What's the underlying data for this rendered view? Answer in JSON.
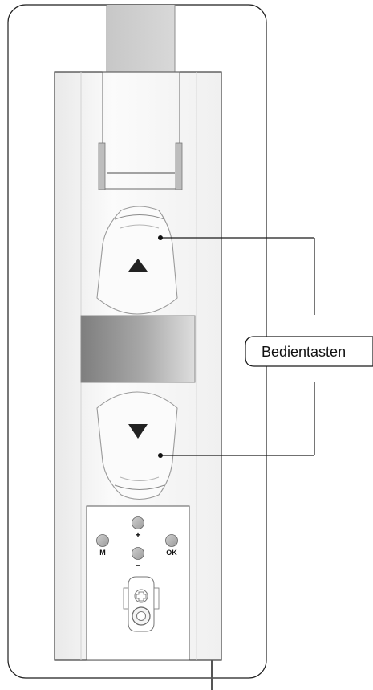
{
  "diagram": {
    "callout_label": "Bedientasten",
    "button_labels": {
      "mode": "M",
      "plus": "+",
      "minus": "−",
      "confirm": "OK"
    },
    "arrows": {
      "up": "▲",
      "down": "▼"
    },
    "icons": {
      "belt": "strap-icon",
      "up_button": "up-arrow-button-icon",
      "down_button": "down-arrow-button-icon",
      "display": "display-panel",
      "mounting": "mounting-bracket-icon"
    },
    "colors": {
      "outline": "#1a1a1a",
      "housing": "#f4f4f4",
      "belt": "#c8c8c8",
      "belt_dark": "#2a2a2a",
      "display_left": "#7f7f7f",
      "display_right": "#d3d3d3",
      "button_fill": "#b7b7b7"
    }
  }
}
